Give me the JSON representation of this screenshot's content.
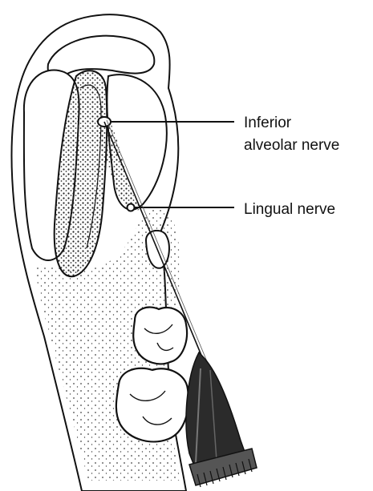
{
  "labels": {
    "inferior_alveolar_line1": "Inferior",
    "inferior_alveolar_line2": "alveolar nerve",
    "lingual": "Lingual nerve"
  },
  "colors": {
    "ink": "#111111",
    "stipple": "#444444",
    "syringe": "#2b2b2b"
  }
}
